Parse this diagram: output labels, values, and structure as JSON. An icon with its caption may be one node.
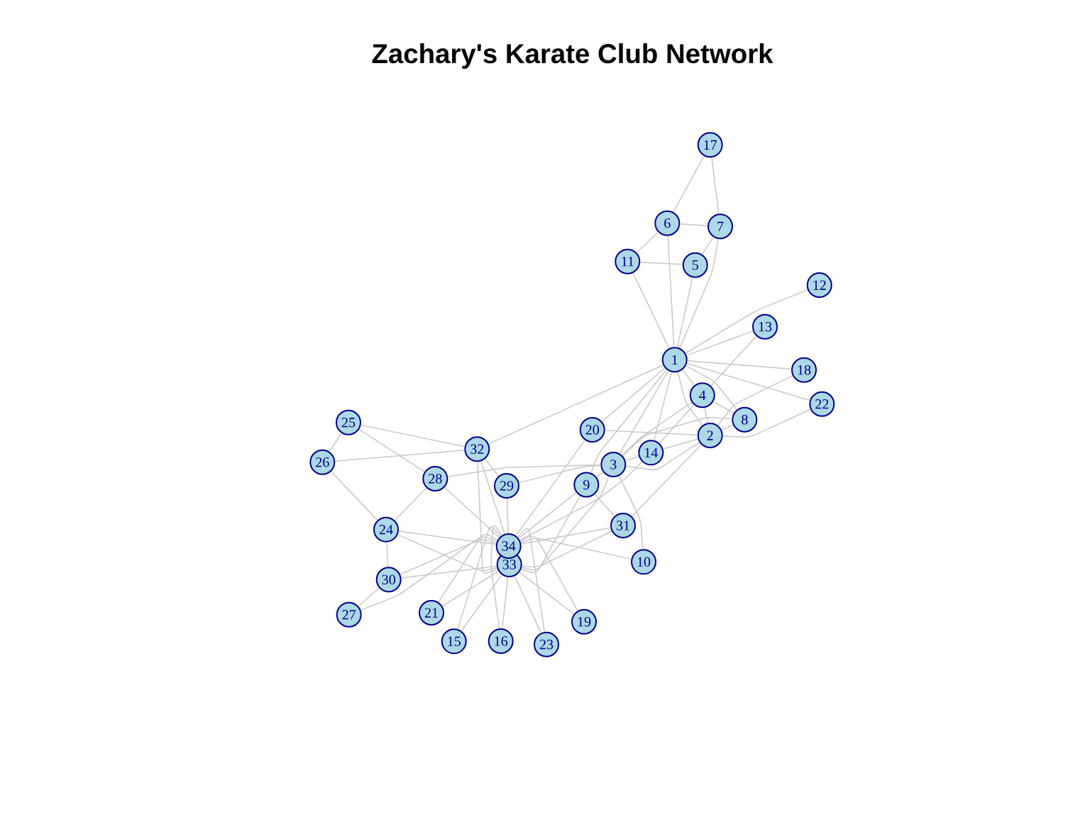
{
  "diagram": {
    "title": "Zachary's Karate Club Network",
    "nodes": [
      {
        "text": [
          "1"
        ]
      },
      {
        "text": [
          "2"
        ]
      },
      {
        "text": [
          "3"
        ]
      },
      {
        "text": [
          "4"
        ]
      },
      {
        "text": [
          "5"
        ]
      },
      {
        "text": [
          "6"
        ]
      },
      {
        "text": [
          "7"
        ]
      },
      {
        "text": [
          "8"
        ]
      },
      {
        "text": [
          "9"
        ]
      },
      {
        "text": [
          "10"
        ]
      },
      {
        "text": [
          "11"
        ]
      },
      {
        "text": [
          "12"
        ]
      },
      {
        "text": [
          "13"
        ]
      },
      {
        "text": [
          "14"
        ]
      },
      {
        "text": [
          "15"
        ]
      },
      {
        "text": [
          "16"
        ]
      },
      {
        "text": [
          "17"
        ]
      },
      {
        "text": [
          "18"
        ]
      },
      {
        "text": [
          "19"
        ]
      },
      {
        "text": [
          "20"
        ]
      },
      {
        "text": [
          "21"
        ]
      },
      {
        "text": [
          "22"
        ]
      },
      {
        "text": [
          "23"
        ]
      },
      {
        "text": [
          "24"
        ]
      },
      {
        "text": [
          "25"
        ]
      },
      {
        "text": [
          "26"
        ]
      },
      {
        "text": [
          "27"
        ]
      },
      {
        "text": [
          "28"
        ]
      },
      {
        "text": [
          "29"
        ]
      },
      {
        "text": [
          "30"
        ]
      },
      {
        "text": [
          "31"
        ]
      },
      {
        "text": [
          "32"
        ]
      },
      {
        "text": [
          "33"
        ]
      },
      {
        "text": [
          "34"
        ]
      }
    ],
    "edges": [
      {
        "from": 0,
        "to": 1,
        "arrow": "none"
      },
      {
        "from": 0,
        "to": 2,
        "arrow": "none"
      },
      {
        "from": 0,
        "to": 3,
        "arrow": "none"
      },
      {
        "from": 0,
        "to": 4,
        "arrow": "none"
      },
      {
        "from": 0,
        "to": 5,
        "arrow": "none"
      },
      {
        "from": 0,
        "to": 6,
        "arrow": "none"
      },
      {
        "from": 0,
        "to": 7,
        "arrow": "none"
      },
      {
        "from": 0,
        "to": 8,
        "arrow": "none"
      },
      {
        "from": 0,
        "to": 10,
        "arrow": "none"
      },
      {
        "from": 0,
        "to": 11,
        "arrow": "none"
      },
      {
        "from": 0,
        "to": 12,
        "arrow": "none"
      },
      {
        "from": 0,
        "to": 13,
        "arrow": "none"
      },
      {
        "from": 0,
        "to": 17,
        "arrow": "none"
      },
      {
        "from": 0,
        "to": 19,
        "arrow": "none"
      },
      {
        "from": 0,
        "to": 21,
        "arrow": "none"
      },
      {
        "from": 0,
        "to": 31,
        "arrow": "none"
      },
      {
        "from": 1,
        "to": 2,
        "arrow": "none"
      },
      {
        "from": 1,
        "to": 3,
        "arrow": "none"
      },
      {
        "from": 1,
        "to": 7,
        "arrow": "none"
      },
      {
        "from": 1,
        "to": 13,
        "arrow": "none"
      },
      {
        "from": 1,
        "to": 17,
        "arrow": "none"
      },
      {
        "from": 1,
        "to": 19,
        "arrow": "none"
      },
      {
        "from": 1,
        "to": 21,
        "arrow": "none"
      },
      {
        "from": 1,
        "to": 30,
        "arrow": "none"
      },
      {
        "from": 2,
        "to": 3,
        "arrow": "none"
      },
      {
        "from": 2,
        "to": 7,
        "arrow": "none"
      },
      {
        "from": 2,
        "to": 8,
        "arrow": "none"
      },
      {
        "from": 2,
        "to": 9,
        "arrow": "none"
      },
      {
        "from": 2,
        "to": 13,
        "arrow": "none"
      },
      {
        "from": 2,
        "to": 27,
        "arrow": "none"
      },
      {
        "from": 2,
        "to": 28,
        "arrow": "none"
      },
      {
        "from": 2,
        "to": 32,
        "arrow": "none"
      },
      {
        "from": 3,
        "to": 7,
        "arrow": "none"
      },
      {
        "from": 3,
        "to": 12,
        "arrow": "none"
      },
      {
        "from": 3,
        "to": 13,
        "arrow": "none"
      },
      {
        "from": 4,
        "to": 6,
        "arrow": "none"
      },
      {
        "from": 4,
        "to": 10,
        "arrow": "none"
      },
      {
        "from": 5,
        "to": 6,
        "arrow": "none"
      },
      {
        "from": 5,
        "to": 10,
        "arrow": "none"
      },
      {
        "from": 5,
        "to": 16,
        "arrow": "none"
      },
      {
        "from": 6,
        "to": 16,
        "arrow": "none"
      },
      {
        "from": 8,
        "to": 30,
        "arrow": "none"
      },
      {
        "from": 8,
        "to": 32,
        "arrow": "none"
      },
      {
        "from": 8,
        "to": 33,
        "arrow": "none"
      },
      {
        "from": 9,
        "to": 33,
        "arrow": "none"
      },
      {
        "from": 13,
        "to": 33,
        "arrow": "none"
      },
      {
        "from": 14,
        "to": 32,
        "arrow": "none"
      },
      {
        "from": 14,
        "to": 33,
        "arrow": "none"
      },
      {
        "from": 15,
        "to": 32,
        "arrow": "none"
      },
      {
        "from": 15,
        "to": 33,
        "arrow": "none"
      },
      {
        "from": 18,
        "to": 32,
        "arrow": "none"
      },
      {
        "from": 18,
        "to": 33,
        "arrow": "none"
      },
      {
        "from": 19,
        "to": 33,
        "arrow": "none"
      },
      {
        "from": 20,
        "to": 32,
        "arrow": "none"
      },
      {
        "from": 20,
        "to": 33,
        "arrow": "none"
      },
      {
        "from": 22,
        "to": 32,
        "arrow": "none"
      },
      {
        "from": 22,
        "to": 33,
        "arrow": "none"
      },
      {
        "from": 23,
        "to": 25,
        "arrow": "none"
      },
      {
        "from": 23,
        "to": 27,
        "arrow": "none"
      },
      {
        "from": 23,
        "to": 29,
        "arrow": "none"
      },
      {
        "from": 23,
        "to": 32,
        "arrow": "none"
      },
      {
        "from": 23,
        "to": 33,
        "arrow": "none"
      },
      {
        "from": 24,
        "to": 25,
        "arrow": "none"
      },
      {
        "from": 24,
        "to": 27,
        "arrow": "none"
      },
      {
        "from": 24,
        "to": 31,
        "arrow": "none"
      },
      {
        "from": 25,
        "to": 31,
        "arrow": "none"
      },
      {
        "from": 26,
        "to": 29,
        "arrow": "none"
      },
      {
        "from": 26,
        "to": 33,
        "arrow": "none"
      },
      {
        "from": 27,
        "to": 33,
        "arrow": "none"
      },
      {
        "from": 28,
        "to": 31,
        "arrow": "none"
      },
      {
        "from": 28,
        "to": 33,
        "arrow": "none"
      },
      {
        "from": 29,
        "to": 32,
        "arrow": "none"
      },
      {
        "from": 29,
        "to": 33,
        "arrow": "none"
      },
      {
        "from": 30,
        "to": 32,
        "arrow": "none"
      },
      {
        "from": 30,
        "to": 33,
        "arrow": "none"
      },
      {
        "from": 31,
        "to": 32,
        "arrow": "none"
      },
      {
        "from": 31,
        "to": 33,
        "arrow": "none"
      }
    ]
  }
}
